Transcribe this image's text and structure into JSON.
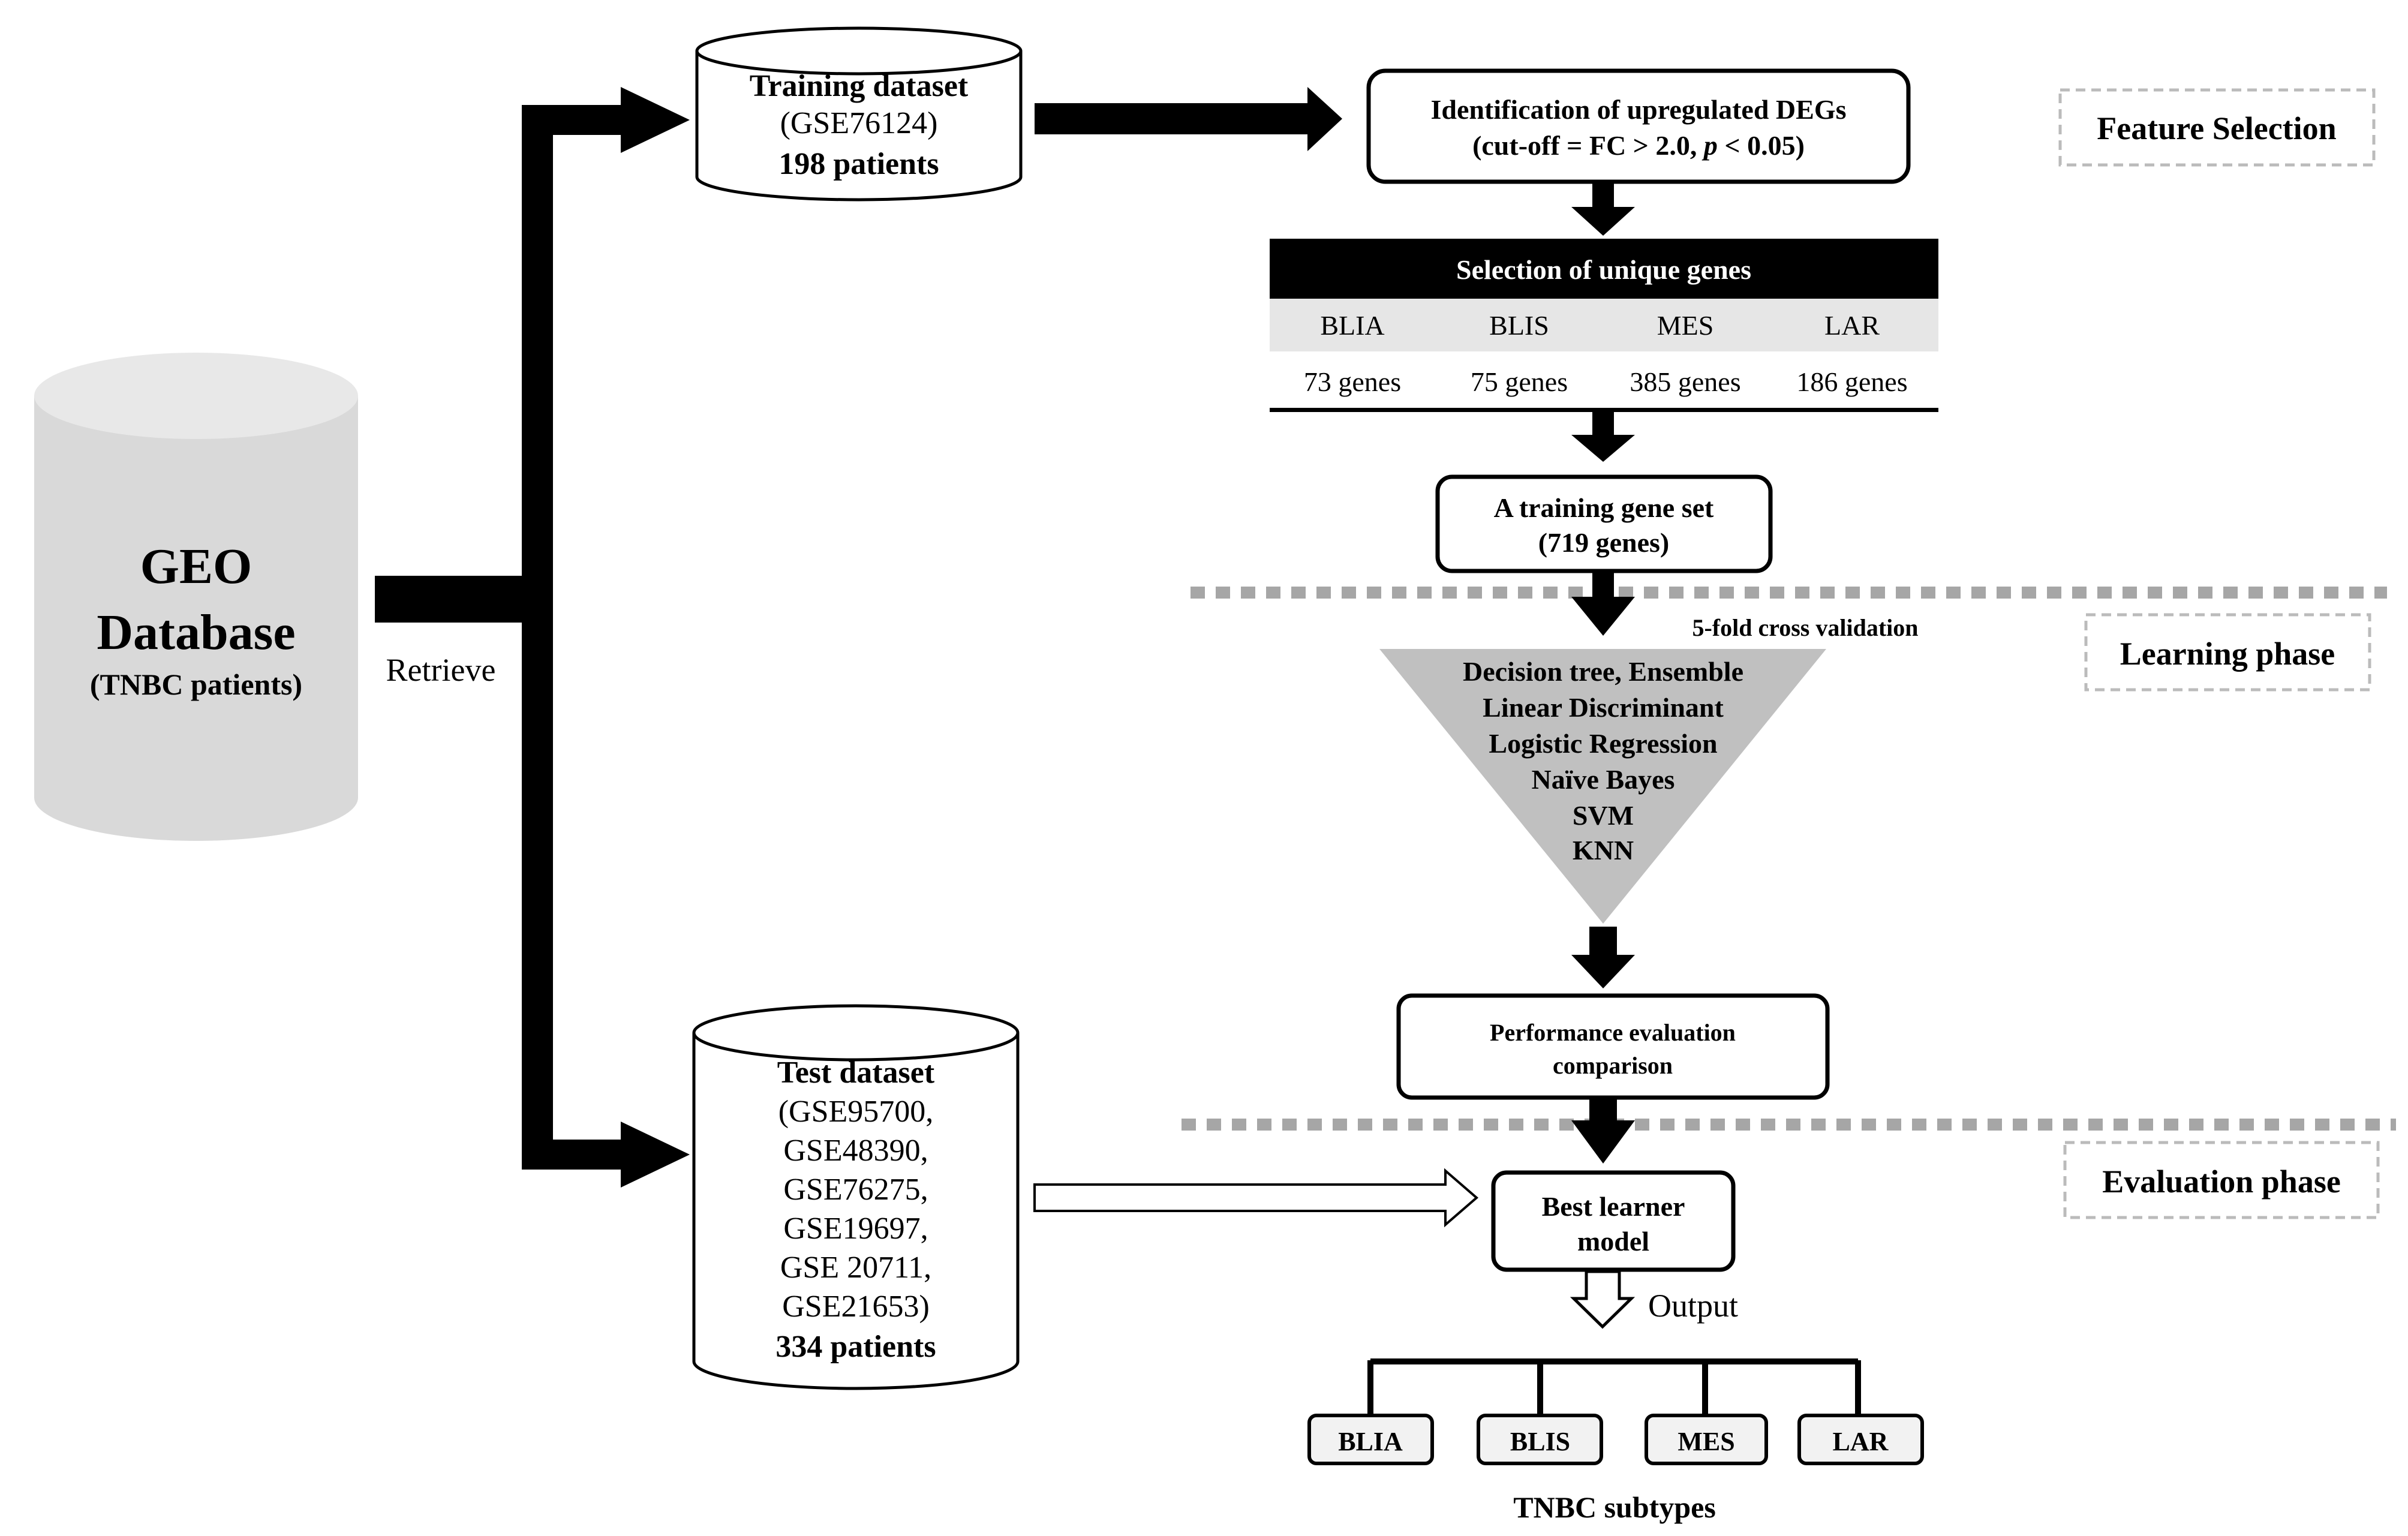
{
  "geo": {
    "line1": "GEO",
    "line2": "Database",
    "line3": "(TNBC patients)"
  },
  "retrieve_label": "Retrieve",
  "training": {
    "line1": "Training dataset",
    "line2": "(GSE76124)",
    "line3": "198 patients"
  },
  "test": {
    "title": "Test dataset",
    "ids": [
      "(GSE95700,",
      "GSE48390,",
      "GSE76275,",
      "GSE19697,",
      "GSE 20711,",
      "GSE21653)"
    ],
    "patients": "334 patients"
  },
  "deg": {
    "line1": "Identification of upregulated DEGs",
    "line2_prefix": "(cut-off = FC > 2.0, ",
    "line2_p": "p",
    "line2_suffix": " < 0.05)"
  },
  "unique": {
    "header": "Selection of unique genes",
    "subtypes": [
      "BLIA",
      "BLIS",
      "MES",
      "LAR"
    ],
    "counts": [
      "73 genes",
      "75 genes",
      "385 genes",
      "186 genes"
    ]
  },
  "training_set": {
    "line1": "A training gene set",
    "line2": "(719 genes)"
  },
  "cv_label": "5-fold cross validation",
  "learners": [
    "Decision tree, Ensemble",
    "Linear Discriminant",
    "Logistic Regression",
    "Naïve Bayes",
    "SVM",
    "KNN"
  ],
  "perf": {
    "line1": "Performance evaluation",
    "line2": "comparison"
  },
  "best": {
    "line1": "Best learner",
    "line2": "model"
  },
  "output_label": "Output",
  "outputs": [
    "BLIA",
    "BLIS",
    "MES",
    "LAR"
  ],
  "outputs_caption": "TNBC subtypes",
  "phases": {
    "feature": "Feature Selection",
    "learning": "Learning phase",
    "evaluation": "Evaluation phase"
  },
  "colors": {
    "cylinder_fill": "#d9d9d9",
    "cylinder_top": "#e8e8e8",
    "triangle_fill": "#c0c0c0",
    "header_bg": "#000000",
    "row_bg": "#e6e6e6",
    "dotted_line": "#a6a6a6",
    "output_box": "#f2f2f2"
  }
}
